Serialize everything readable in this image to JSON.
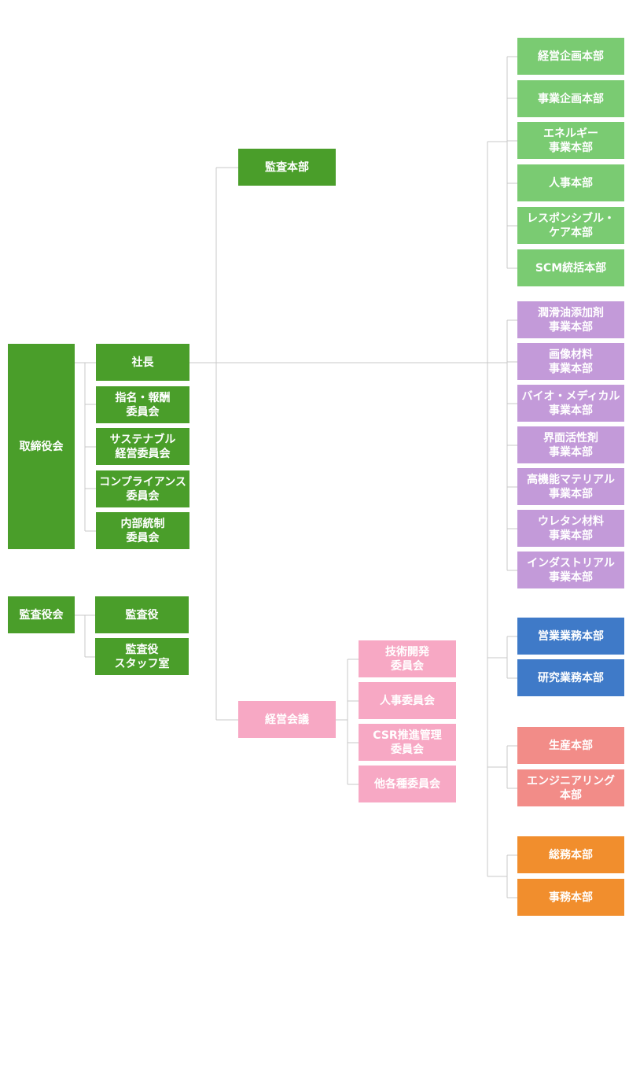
{
  "colors": {
    "board": "#4a9e2a",
    "planning": "#7acb72",
    "business": "#c39ad9",
    "sales_research": "#3f7ac8",
    "production": "#f28c88",
    "admin": "#f18e2d",
    "management_meeting": "#f7a8c4",
    "connector": "#c8c8c8"
  },
  "left": {
    "board": "取締役会",
    "president": "社長",
    "board_committees": [
      [
        "指名・報酬",
        "委員会"
      ],
      [
        "サステナブル",
        "経営委員会"
      ],
      [
        "コンプライアンス",
        "委員会"
      ],
      [
        "内部統制",
        "委員会"
      ]
    ],
    "auditors": "監査役会",
    "auditor_units": [
      [
        "監査役"
      ],
      [
        "監査役",
        "スタッフ室"
      ]
    ]
  },
  "center": {
    "audit_hq": "監査本部",
    "management_meeting": "経営会議",
    "meeting_committees": [
      [
        "技術開発",
        "委員会"
      ],
      [
        "人事委員会"
      ],
      [
        "CSR推進管理",
        "委員会"
      ],
      [
        "他各種委員会"
      ]
    ]
  },
  "right": {
    "planning_group": [
      [
        "経営企画本部"
      ],
      [
        "事業企画本部"
      ],
      [
        "エネルギー",
        "事業本部"
      ],
      [
        "人事本部"
      ],
      [
        "レスポンシブル・",
        "ケア本部"
      ],
      [
        "SCM統括本部"
      ]
    ],
    "business_group": [
      [
        "潤滑油添加剤",
        "事業本部"
      ],
      [
        "画像材料",
        "事業本部"
      ],
      [
        "バイオ・メディカル",
        "事業本部"
      ],
      [
        "界面活性剤",
        "事業本部"
      ],
      [
        "高機能マテリアル",
        "事業本部"
      ],
      [
        "ウレタン材料",
        "事業本部"
      ],
      [
        "インダストリアル",
        "事業本部"
      ]
    ],
    "sales_group": [
      [
        "営業業務本部"
      ],
      [
        "研究業務本部"
      ]
    ],
    "production_group": [
      [
        "生産本部"
      ],
      [
        "エンジニアリング",
        "本部"
      ]
    ],
    "admin_group": [
      [
        "総務本部"
      ],
      [
        "事務本部"
      ]
    ]
  }
}
